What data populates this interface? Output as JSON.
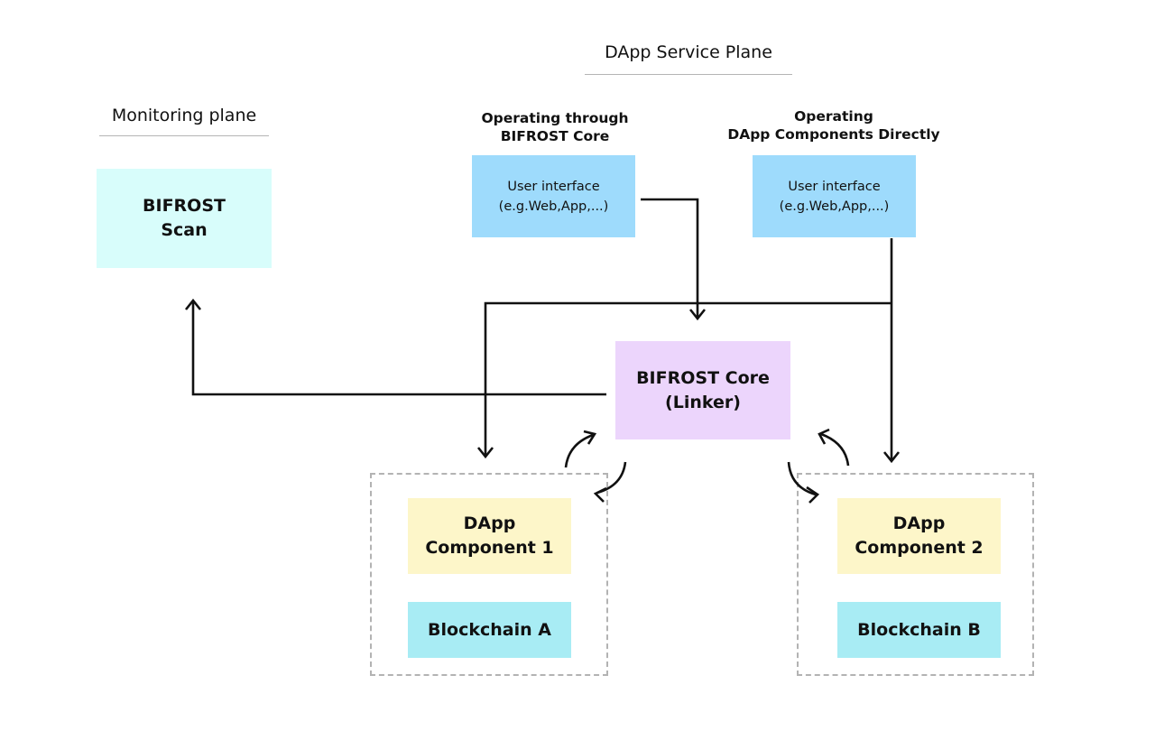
{
  "monitoring_plane": {
    "title": "Monitoring plane",
    "scan_box": {
      "line1": "BIFROST",
      "line2": "Scan"
    }
  },
  "service_plane": {
    "title": "DApp Service Plane",
    "core_group": {
      "heading_line1": "Operating through",
      "heading_line2": "BIFROST Core",
      "ui_box": {
        "line1": "User interface",
        "line2": "(e.g.Web,App,...)"
      }
    },
    "direct_group": {
      "heading_line1": "Operating",
      "heading_line2": "DApp Components Directly",
      "ui_box": {
        "line1": "User interface",
        "line2": "(e.g.Web,App,...)"
      }
    }
  },
  "core_box": {
    "line1": "BIFROST Core",
    "line2": "(Linker)"
  },
  "cluster_1": {
    "component": {
      "line1": "DApp",
      "line2": "Component 1"
    },
    "blockchain": "Blockchain A"
  },
  "cluster_2": {
    "component": {
      "line1": "DApp",
      "line2": "Component 2"
    },
    "blockchain": "Blockchain B"
  },
  "colors": {
    "scan_fill": "#d8fdfb",
    "ui_fill": "#9edbfc",
    "core_fill": "#ecd5fc",
    "component_fill": "#fdf6c9",
    "blockchain_fill": "#a8ecf4",
    "frame_border": "#b3b3b3",
    "rule": "#b5b5b5",
    "connector": "#111111"
  }
}
